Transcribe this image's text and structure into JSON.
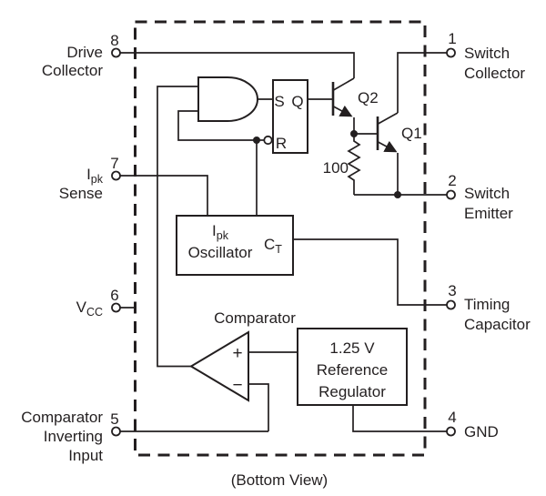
{
  "caption": "(Bottom View)",
  "colors": {
    "line": "#231F20",
    "background": "#FFFFFF"
  },
  "pins": {
    "p1": {
      "num": "1",
      "line1": "Switch",
      "line2": "Collector"
    },
    "p2": {
      "num": "2",
      "line1": "Switch",
      "line2": "Emitter"
    },
    "p3": {
      "num": "3",
      "line1": "Timing",
      "line2": "Capacitor"
    },
    "p4": {
      "num": "4",
      "line1": "GND"
    },
    "p5": {
      "num": "5",
      "line1": "Comparator",
      "line2": "Inverting",
      "line3": "Input"
    },
    "p6": {
      "num": "6",
      "main": "V",
      "sub": "CC"
    },
    "p7": {
      "num": "7",
      "main": "I",
      "sub": "pk",
      "line2": "Sense"
    },
    "p8": {
      "num": "8",
      "line1": "Drive",
      "line2": "Collector"
    }
  },
  "blocks": {
    "latch": {
      "s": "S",
      "q": "Q",
      "r": "R"
    },
    "oscillator": {
      "main": "I",
      "sub": "pk",
      "line2": "Oscillator",
      "ct_main": "C",
      "ct_sub": "T"
    },
    "comparator": {
      "label": "Comparator",
      "plus": "+",
      "minus": "−"
    },
    "reference": {
      "line1": "1.25 V",
      "line2": "Reference",
      "line3": "Regulator"
    },
    "q1_label": "Q1",
    "q2_label": "Q2",
    "resistor_value": "100"
  }
}
